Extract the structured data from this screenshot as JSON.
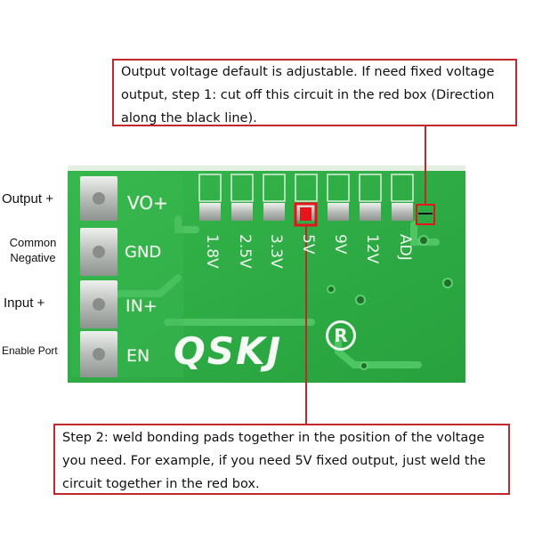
{
  "callouts": {
    "top": {
      "lines": [
        "Output voltage default is adjustable. If need fixed voltage",
        "output, step 1: cut off this circuit in the red box (Direction",
        "along the black line)."
      ]
    },
    "bottom": {
      "lines": [
        "Step 2: weld bonding pads together in the position of the voltage",
        "you need. For example, if you need 5V fixed output, just weld the",
        "circuit together in the red box."
      ]
    }
  },
  "pin_labels": {
    "output": "Output +",
    "common_line1": "Common",
    "common_line2": "Negative",
    "input": "Input +",
    "enable": "Enable Port"
  },
  "silkscreen": {
    "vo": "VO+",
    "gnd": "GND",
    "in": "IN+",
    "en": "EN",
    "voltages": [
      "1.8V",
      "2.5V",
      "3.3V",
      "5V",
      "9V",
      "12V",
      "ADJ"
    ],
    "logo": "QSKJ",
    "registered": "R"
  },
  "colors": {
    "pcb_green": "#2fae45",
    "callout_border": "#c0282c",
    "pad_silver": "#c9ccc8",
    "highlight_red": "#e8141c"
  }
}
